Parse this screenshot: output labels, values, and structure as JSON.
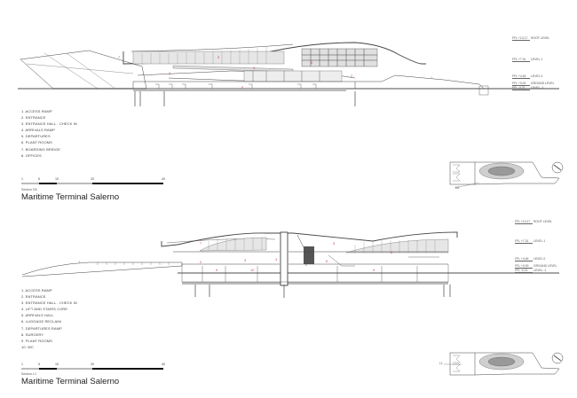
{
  "section_d5": {
    "legend": [
      "1. ACCESS RAMP",
      "2. ENTRANCE",
      "3. ENTRANCE HALL - CHECK IN",
      "4. ARRIVALS RAMP",
      "5. DEPARTURES",
      "6. PLANT ROOMS",
      "7. BOARDING BRIDGE",
      "8. OFFICES"
    ],
    "scale_ticks": [
      "1",
      "5",
      "10",
      "20",
      "40"
    ],
    "section_label": "Section D5",
    "title": "Maritime Terminal Salerno",
    "levels": [
      {
        "ffl": "FFL +13.17",
        "name": "ROOF LEVEL"
      },
      {
        "ffl": "FFL +7.31",
        "name": "LEVEL 1"
      },
      {
        "ffl": "FFL +4.45",
        "name": "LEVEL 0"
      },
      {
        "ffl": "FFL +0.00",
        "name": "GROUND LEVEL"
      },
      {
        "ffl": "FFL -0.21",
        "name": "LEVEL -1"
      }
    ],
    "key_plan_label": "D5"
  },
  "section_l1": {
    "legend": [
      "1. ACCESS RAMP",
      "2. ENTRANCE",
      "3. ENTRANCE HALL - CHECK IN",
      "4. LIFT AND STAIRS CORE",
      "5. ARRIVALS HALL",
      "6. LUGGAGE RECLAIM",
      "7. DEPARTURES RAMP",
      "8. SURGERY",
      "9. PLANT ROOMS",
      "10. WC"
    ],
    "scale_ticks": [
      "1",
      "5",
      "10",
      "20",
      "40"
    ],
    "section_label": "Section L1",
    "title": "Maritime Terminal Salerno",
    "levels": [
      {
        "ffl": "FFL +13.17",
        "name": "ROOF LEVEL"
      },
      {
        "ffl": "FFL +7.31",
        "name": "LEVEL 1"
      },
      {
        "ffl": "FFL +4.45",
        "name": "LEVEL 0"
      },
      {
        "ffl": "FFL +0.00",
        "name": "GROUND LEVEL"
      },
      {
        "ffl": "FFL -0.21",
        "name": "LEVEL -1"
      }
    ],
    "key_plan_label": "L1"
  },
  "colors": {
    "line": "#444444",
    "tag": "#d0408a",
    "hatch": "#999999"
  }
}
